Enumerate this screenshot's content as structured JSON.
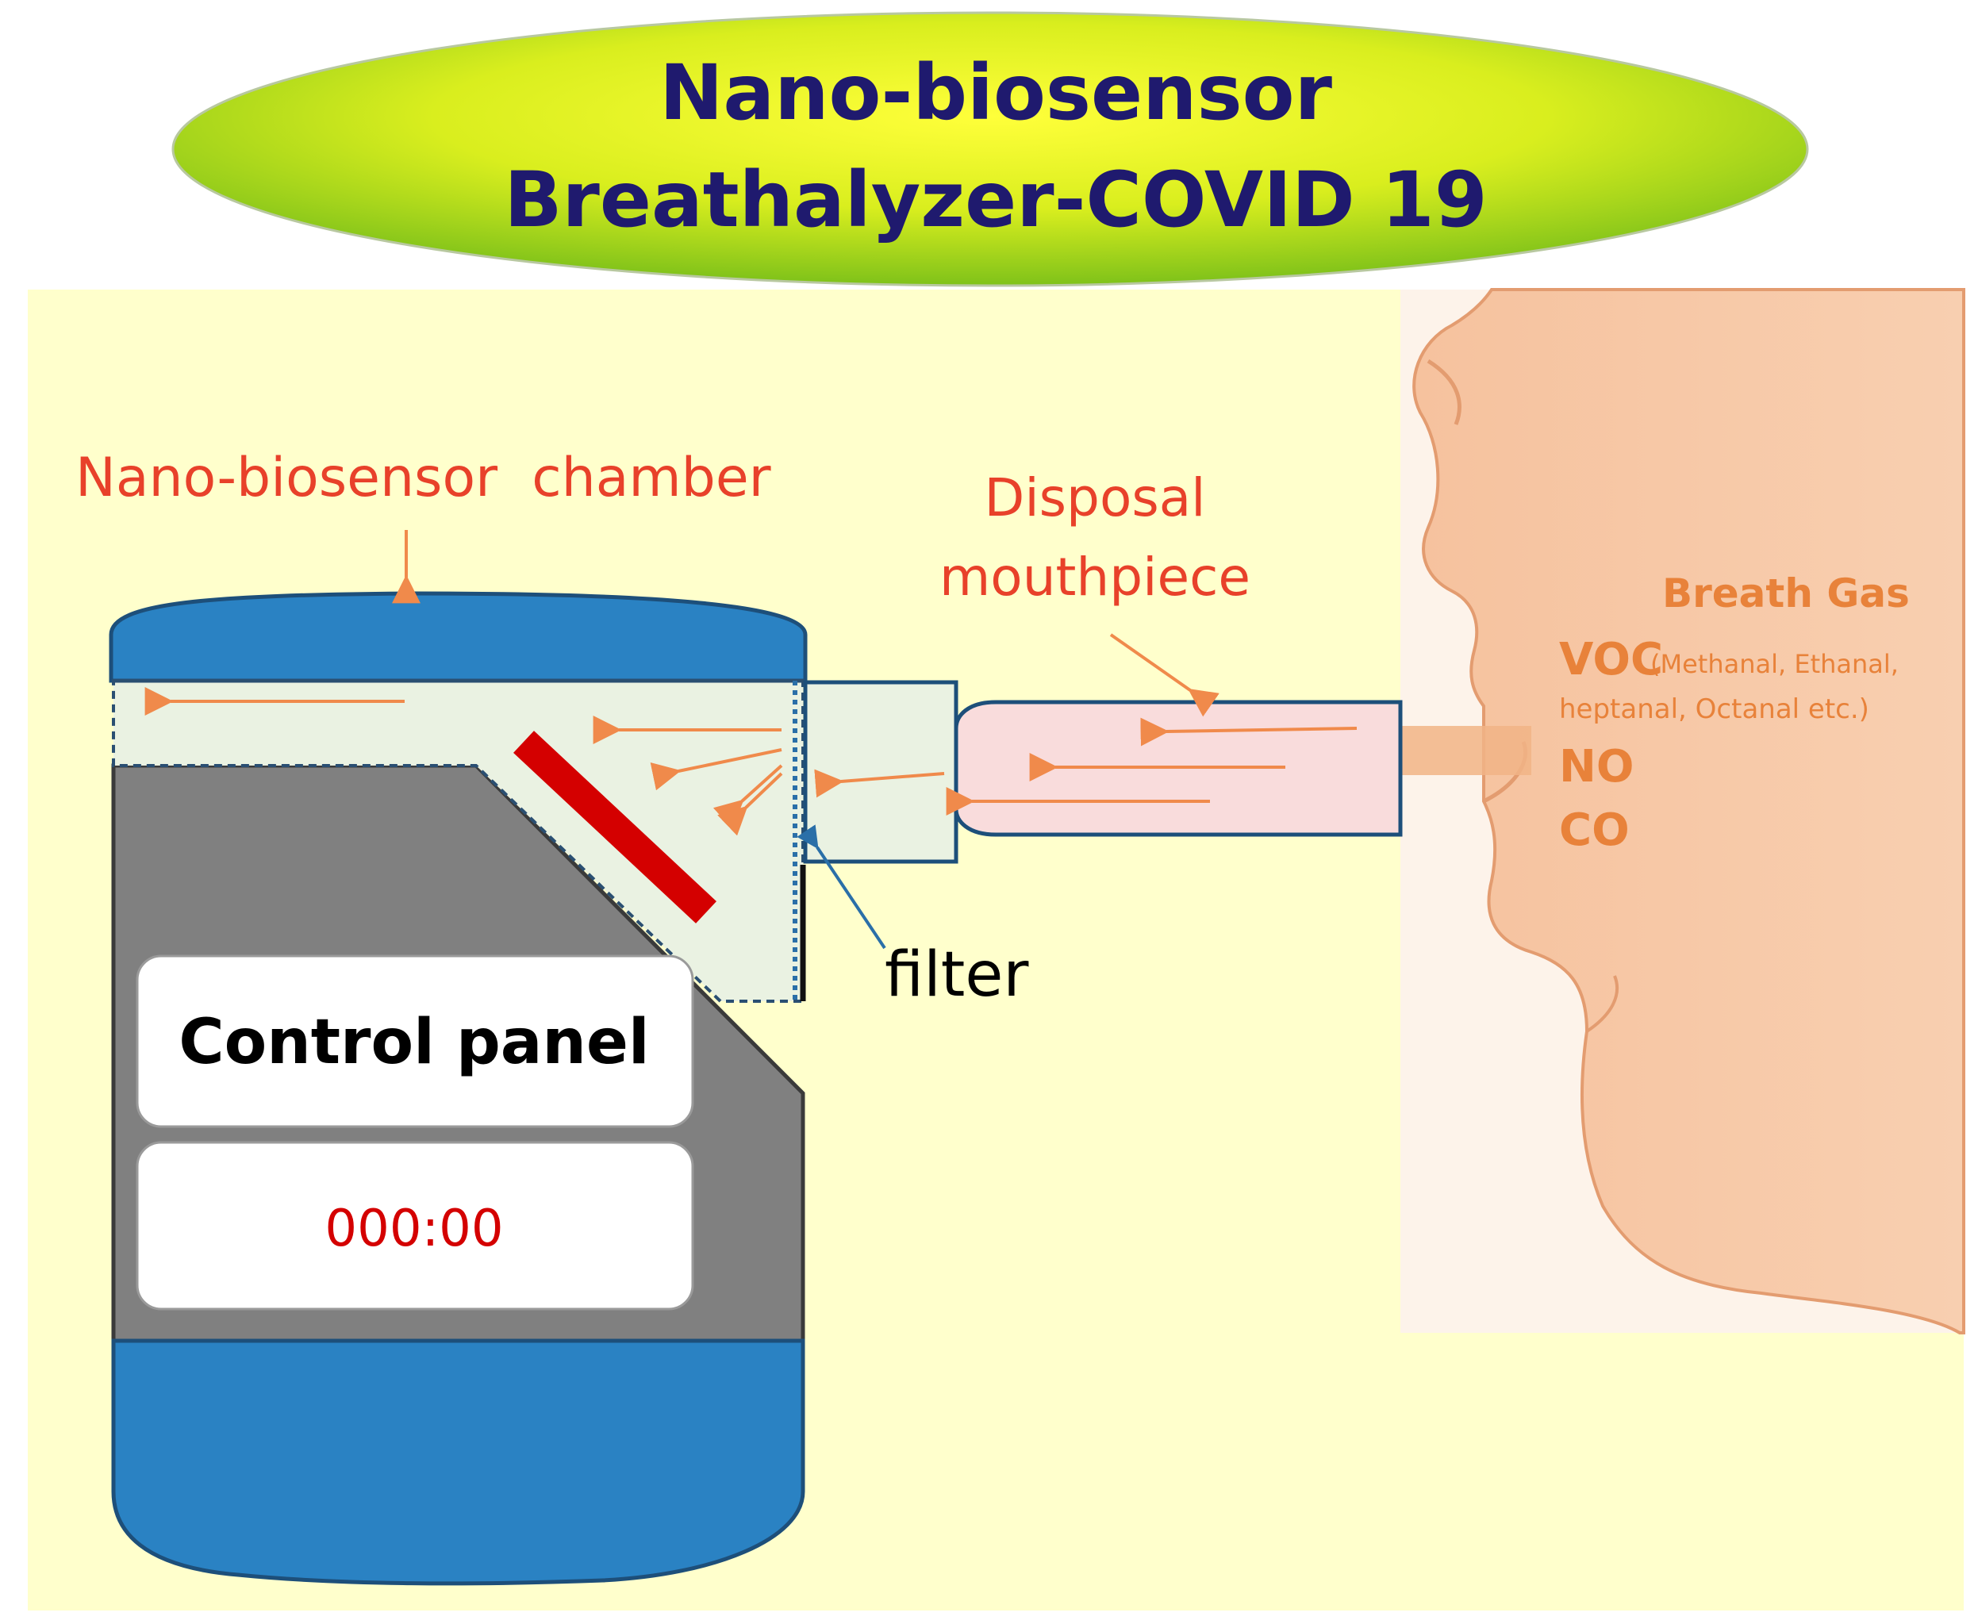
{
  "title": {
    "line1": "Nano-biosensor",
    "line2": "Breathalyzer-COVID 19"
  },
  "labels": {
    "chamber": "Nano-biosensor  chamber",
    "mouthpiece_line1": "Disposal",
    "mouthpiece_line2": "mouthpiece",
    "filter": "filter",
    "control_panel": "Control panel",
    "display": "000:00"
  },
  "breath_gas": {
    "heading": "Breath Gas",
    "voc": "VOC",
    "voc_detail_line1": "(Methanal, Ethanal,",
    "voc_detail_line2": "heptanal, Octanal etc.)",
    "no": "NO",
    "co": "CO"
  },
  "colors": {
    "background": "#ffffcc",
    "device_blue": "#2a82c3",
    "device_body_gray": "#808080",
    "chamber_fill": "#eaf2e2",
    "sensor_red": "#d40000",
    "mouthpiece_pink": "#f9dcdc",
    "arrow_orange": "#f08a4b",
    "label_red": "#e8412a",
    "breath_gas_orange": "#e8823a",
    "title_navy": "#1f1a6e",
    "skin": "#f3b48a"
  }
}
